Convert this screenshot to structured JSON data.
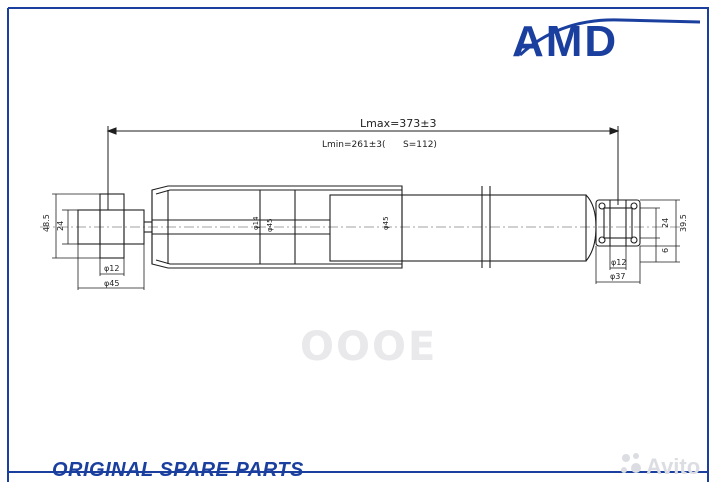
{
  "brand": {
    "logo_text": "AMD",
    "color": "#1a3f9e"
  },
  "watermark": {
    "text": "ОООЕ",
    "color": "#e9e9ec"
  },
  "footer": {
    "tagline": "ORIGINAL SPARE PARTS",
    "color": "#1a3f9e",
    "avito_text": "Avito",
    "avito_color": "#dcdde2"
  },
  "dimensions": {
    "lmax": "Lmax=373±3",
    "lmin": "Lmin=261±3(",
    "stroke": "S=112)",
    "left_eye_outer_height": "48.5",
    "left_eye_inner_height": "24",
    "left_bolt_diameter": "φ12",
    "left_eye_width": "φ45",
    "rod_diameter": "φ14",
    "rod_guide_diameter": "φ45",
    "body_diameter": "φ45",
    "right_eye_height": "39.5",
    "right_eye_inner_height": "24",
    "right_eye_gap": "6",
    "right_bolt_diameter": "φ12",
    "right_eye_width": "φ37"
  },
  "drawing": {
    "line_color": "#1e1e1e",
    "frame_color": "#1a3f9e"
  }
}
